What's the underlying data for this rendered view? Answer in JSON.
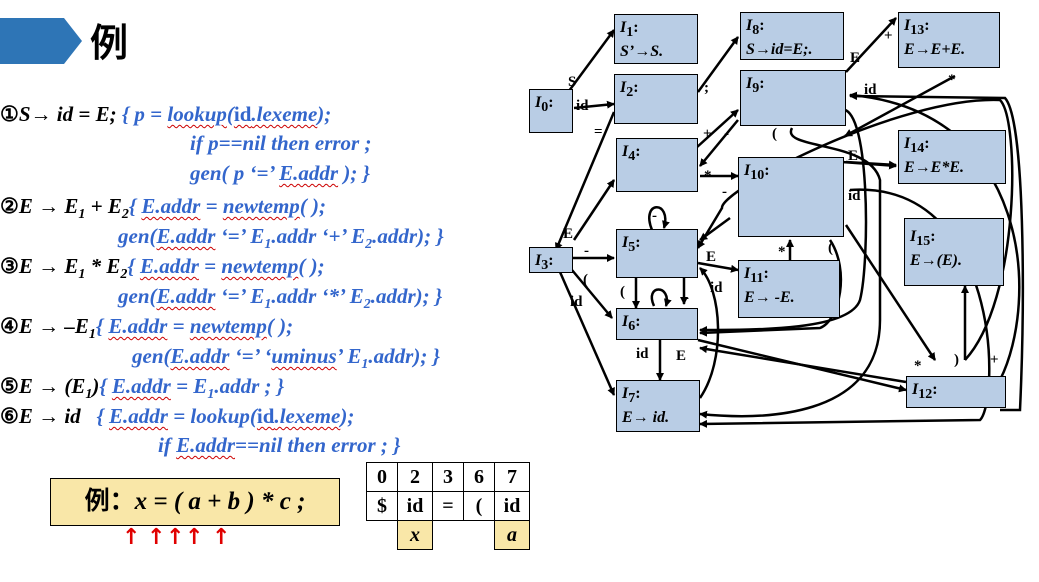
{
  "title": "例",
  "rules": {
    "r1": {
      "num": "①",
      "lhs": "S",
      "arrow": "→",
      "rhs": "id = ",
      "rhs2": "E",
      "semi": ";",
      "a1": "{ p = ",
      "a2": "lookup",
      "a3": "(",
      "a4": "id",
      "a5": ".lexeme",
      "a6": ");"
    },
    "r1b": "if p==nil then error ;",
    "r1c": {
      "a": "gen( p ‘=’ ",
      "b": "E.addr",
      "c": " ); }"
    },
    "r2": {
      "num": "②",
      "lhs": "E",
      "arrow": "→",
      "rhs": "E",
      "s1": "1",
      "op": " + ",
      "rhs2": "E",
      "s2": "2",
      "a1": "{ ",
      "a2": "E.addr",
      "a3": " = ",
      "a4": "newtemp",
      "a5": "( );"
    },
    "r2b": {
      "a": "gen(",
      "b": "E.addr",
      "c": " ‘=’ E",
      "s1": "1",
      "d": ".addr ‘+’ E",
      "s2": "2",
      "e": ".addr); }"
    },
    "r3": {
      "num": "③",
      "lhs": "E",
      "arrow": "→",
      "rhs": "E",
      "s1": "1",
      "op": " * ",
      "rhs2": "E",
      "s2": "2",
      "a1": "{ ",
      "a2": "E.addr",
      "a3": " = ",
      "a4": "newtemp",
      "a5": "( );"
    },
    "r3b": {
      "a": "gen(",
      "b": "E.addr",
      "c": " ‘=’ E",
      "s1": "1",
      "d": ".addr ‘*’ E",
      "s2": "2",
      "e": ".addr); }"
    },
    "r4": {
      "num": "④",
      "lhs": "E",
      "arrow": "→",
      "rhs": "–E",
      "s1": "1",
      "a1": "{ ",
      "a2": "E.addr",
      "a3": " = ",
      "a4": "newtemp",
      "a5": "( );"
    },
    "r4b": {
      "a": "gen(",
      "b": "E.addr",
      "c": " ‘=’ ‘",
      "d": "uminus",
      "e": "’ E",
      "s1": "1",
      "f": ".addr); }"
    },
    "r5": {
      "num": "⑤",
      "lhs": "E",
      "arrow": "→",
      "rhs": "(E",
      "s1": "1",
      "rhs3": ")",
      "a1": "{ ",
      "a2": "E.addr",
      "a3": " = E",
      "s2": "1",
      "a4": ".addr ; }"
    },
    "r6": {
      "num": "⑥",
      "lhs": "E",
      "arrow": "→",
      "rhs": "id",
      "a1": "{ ",
      "a2": "E.addr",
      "a3": " = ",
      "a4": "lookup",
      "a5": "(",
      "a6": "id",
      "a7": ".lexeme",
      "a8": ");"
    },
    "r6b": {
      "a": "if ",
      "b": "E.addr",
      "c": "==nil then error ; }"
    }
  },
  "example": {
    "label": "例：",
    "expr": "x = ( a + b ) * c ;"
  },
  "stack": {
    "states": [
      "0",
      "2",
      "3",
      "6",
      "7"
    ],
    "symbols": [
      "$",
      "id",
      "=",
      "(",
      "id"
    ],
    "values": [
      "x",
      "a"
    ]
  },
  "states": {
    "I0": {
      "name": "I",
      "sub": "0",
      "items": ""
    },
    "I1": {
      "name": "I",
      "sub": "1",
      "items": "S’→S."
    },
    "I2": {
      "name": "I",
      "sub": "2",
      "items": ""
    },
    "I3": {
      "name": "I",
      "sub": "3",
      "items": ""
    },
    "I4": {
      "name": "I",
      "sub": "4",
      "items": ""
    },
    "I5": {
      "name": "I",
      "sub": "5",
      "items": ""
    },
    "I6": {
      "name": "I",
      "sub": "6",
      "items": ""
    },
    "I7": {
      "name": "I",
      "sub": "7",
      "items": "E→ id."
    },
    "I8": {
      "name": "I",
      "sub": "8",
      "items": "S→id=E;."
    },
    "I9": {
      "name": "I",
      "sub": "9",
      "items": ""
    },
    "I10": {
      "name": "I",
      "sub": "10",
      "items": ""
    },
    "I11": {
      "name": "I",
      "sub": "11",
      "items": "E→ -E."
    },
    "I12": {
      "name": "I",
      "sub": "12",
      "items": ""
    },
    "I13": {
      "name": "I",
      "sub": "13",
      "items": "E→E+E."
    },
    "I14": {
      "name": "I",
      "sub": "14",
      "items": "E→E*E."
    },
    "I15": {
      "name": "I",
      "sub": "15",
      "items": "E→(E)."
    }
  },
  "edge_labels": [
    "S",
    "id",
    "=",
    "E",
    "-",
    "(",
    "id",
    ";",
    "+",
    "-",
    "*",
    "-",
    "E",
    "-",
    "(",
    "E",
    "id",
    "*",
    "(",
    "id",
    "E",
    "E",
    "id",
    "E",
    "+",
    "*",
    "E",
    "*",
    ")",
    "+"
  ],
  "colors": {
    "state_fill": "#b9cde5",
    "title_blue": "#2e75b6",
    "action_blue": "#3366cc",
    "highlight": "#f9e7a8",
    "arrow_red": "#e00000"
  }
}
